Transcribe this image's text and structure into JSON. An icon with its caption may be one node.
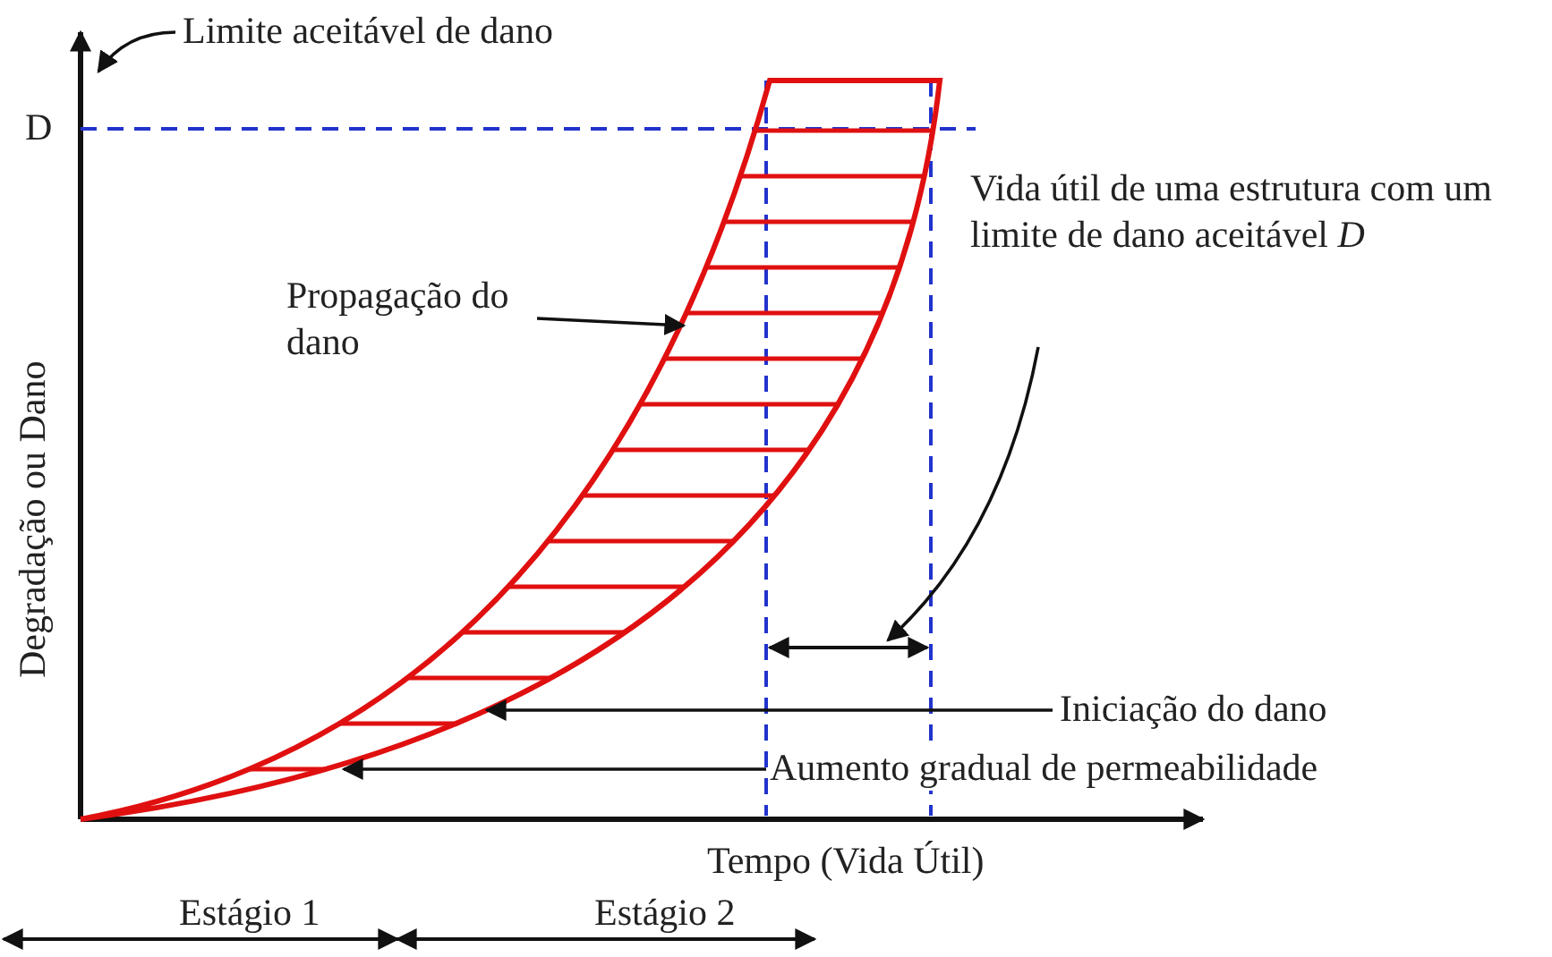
{
  "diagram": {
    "nodes": [
      {
        "text": [
          "Limite aceitável de dano"
        ]
      },
      {
        "text": [
          "Propagação do dano"
        ]
      },
      {
        "text": [
          "Vida útil de uma estrutura com um limite de dano aceitável *D*"
        ]
      },
      {
        "text": [
          "Iniciação do dano"
        ]
      },
      {
        "text": [
          "Aumento gradual de permeabilidade"
        ]
      }
    ],
    "edges": [
      {
        "from": 0,
        "to": null,
        "arrow": "to"
      },
      {
        "from": 1,
        "to": null,
        "arrow": "to"
      },
      {
        "from": 2,
        "to": null,
        "arrow": "to"
      },
      {
        "from": 3,
        "to": null,
        "arrow": "to"
      },
      {
        "from": 4,
        "to": null,
        "arrow": "to"
      }
    ],
    "labels": [
      "D",
      "Degradação ou Dano",
      "Tempo (Vida Útil)",
      "Estágio 1",
      "Estágio 2"
    ]
  }
}
